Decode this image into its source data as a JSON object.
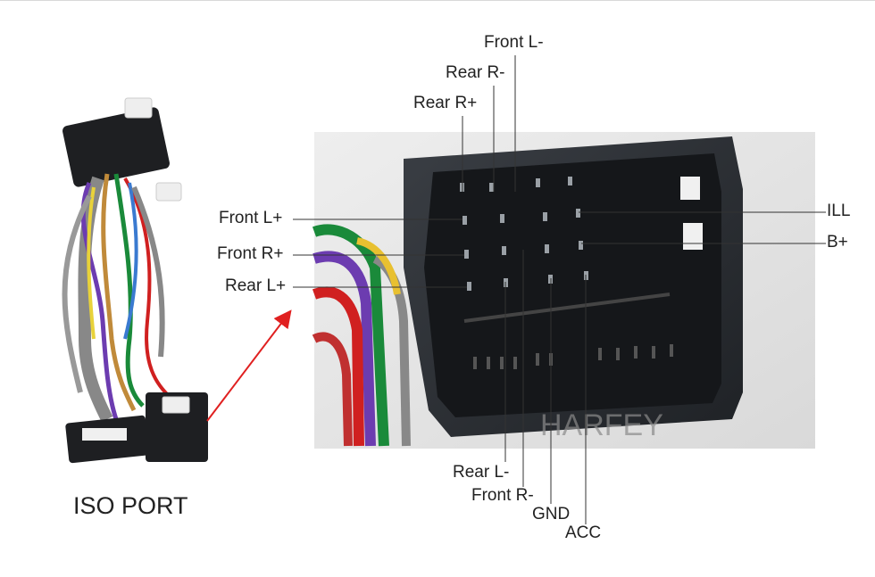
{
  "left_caption": "ISO PORT",
  "watermark": "HARFEY",
  "pins_top": {
    "front_l_minus": "Front L-",
    "rear_r_minus": "Rear R-",
    "rear_r_plus": "Rear R+"
  },
  "pins_left": {
    "front_l_plus": "Front L+",
    "front_r_plus": "Front R+",
    "rear_l_plus": "Rear L+"
  },
  "pins_right": {
    "ill": "ILL",
    "b_plus": "B+"
  },
  "pins_bottom": {
    "rear_l_minus": "Rear L-",
    "front_r_minus": "Front R-",
    "gnd": "GND",
    "acc": "ACC"
  },
  "colors": {
    "arrow": "#e02020",
    "leader_line": "#333333",
    "connector_body": "#2b2e33"
  }
}
